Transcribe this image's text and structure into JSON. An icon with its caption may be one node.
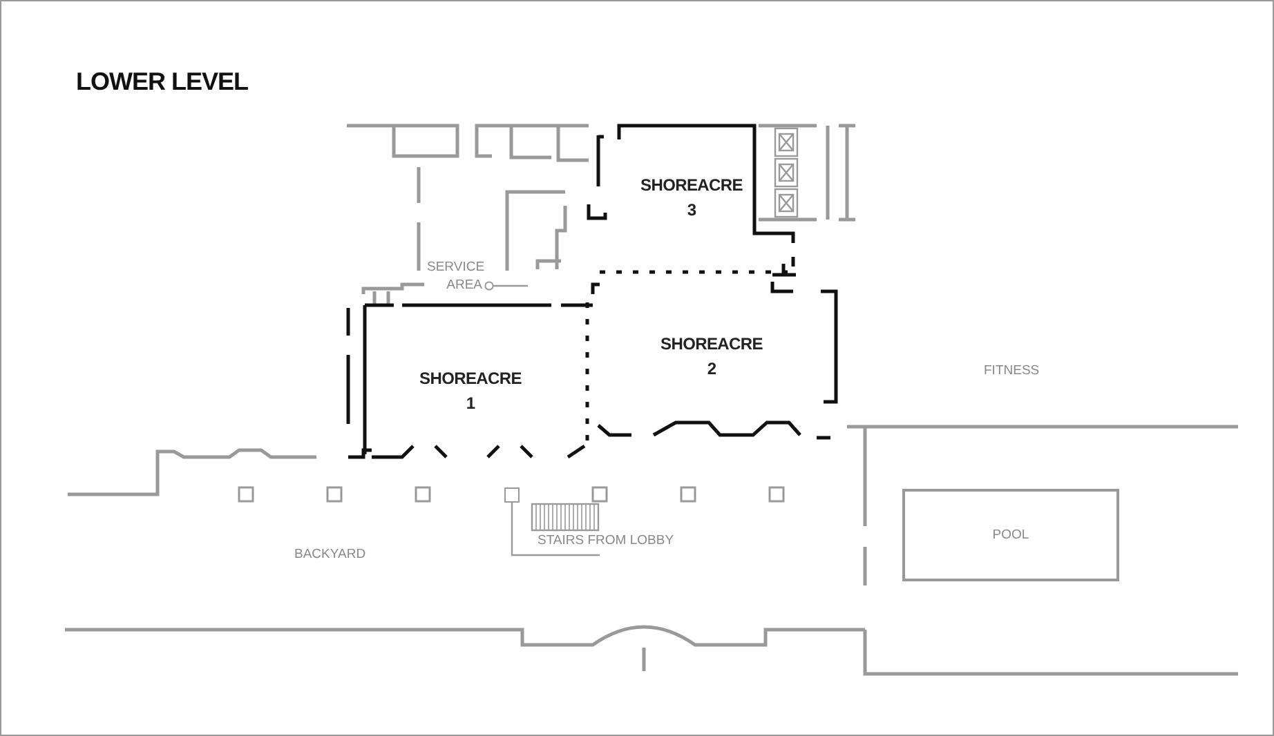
{
  "diagram": {
    "title": "LOWER LEVEL",
    "nodes": [
      {
        "text": [
          "SHOREACRE",
          "3"
        ]
      },
      {
        "text": [
          "SERVICE AREA"
        ]
      },
      {
        "text": [
          "SHOREACRE",
          "2"
        ]
      },
      {
        "text": [
          "SHOREACRE",
          "1"
        ]
      },
      {
        "text": [],
        "shape": "box"
      },
      {
        "text": [
          "POOL"
        ]
      },
      {
        "text": [
          "STAIRS FROM LOBBY"
        ]
      }
    ],
    "edges": [
      {
        "from": 1,
        "to": null,
        "arrow": "other"
      },
      {
        "from": 6,
        "to": 4,
        "arrow": "none"
      }
    ],
    "labels": [
      "FITNESS",
      "BACKYARD"
    ]
  }
}
